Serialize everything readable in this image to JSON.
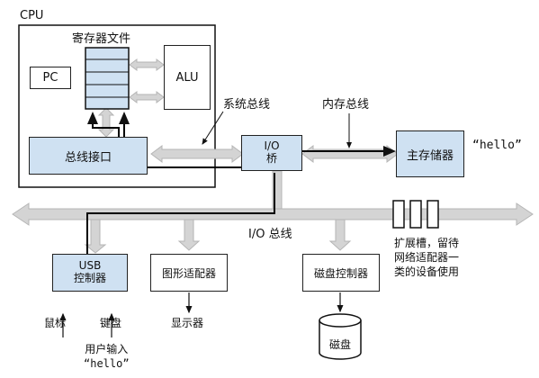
{
  "cpu": {
    "title": "CPU",
    "register_file": "寄存器文件",
    "pc": "PC",
    "alu": "ALU",
    "bus_interface": "总线接口"
  },
  "buses": {
    "system_bus": "系统总线",
    "memory_bus": "内存总线",
    "io_bus": "I/O 总线"
  },
  "io_bridge": {
    "line1": "I/O",
    "line2": "桥"
  },
  "main_memory": "主存储器",
  "hello_memory": "“hello”",
  "usb_controller": {
    "line1": "USB",
    "line2": "控制器"
  },
  "graphics_adapter": "图形适配器",
  "disk_controller": "磁盘控制器",
  "mouse": "鼠标",
  "keyboard": "键盘",
  "display": "显示器",
  "disk": "磁盘",
  "user_input": {
    "line1": "用户输入",
    "line2": "“hello”"
  },
  "expansion_slots": {
    "line1": "扩展槽，留待",
    "line2": "网络适配器一",
    "line3": "类的设备使用"
  },
  "colors": {
    "bus_fill": "#d4d4d4",
    "component_fill": "#cfe1f2",
    "path_line": "#000000"
  }
}
